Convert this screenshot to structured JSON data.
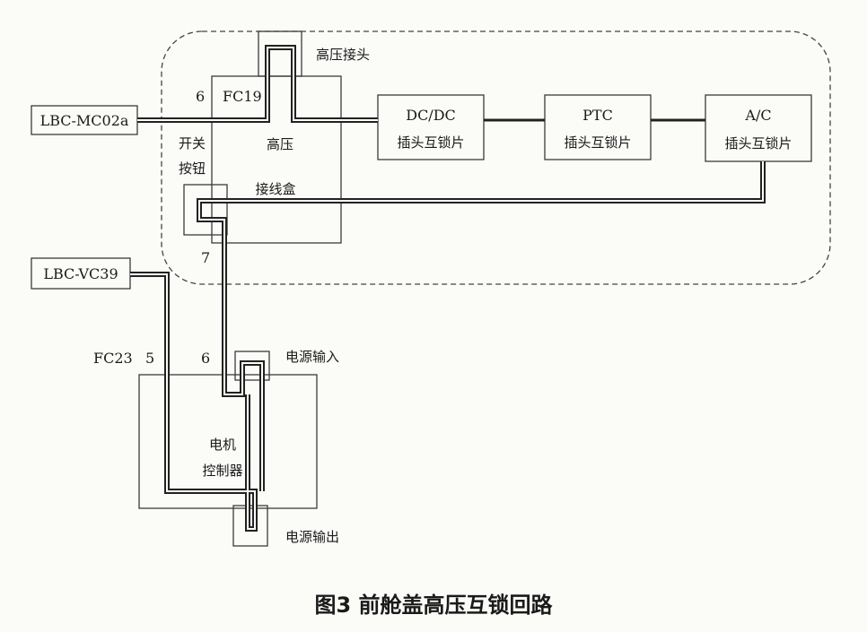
{
  "components": {
    "lbc_mc02a": "LBC-MC02a",
    "lbc_vc39": "LBC-VC39",
    "hv_box_line1": "高压",
    "hv_box_line2": "接线盒",
    "fc19": "FC19",
    "pin_6_top": "6",
    "pin_7": "7",
    "switch_line1": "开关",
    "switch_line2": "按钮",
    "hv_connector": "高压接头",
    "dcdc_line1": "DC/DC",
    "dcdc_line2": "插头互锁片",
    "ptc_line1": "PTC",
    "ptc_line2": "插头互锁片",
    "ac_line1": "A/C",
    "ac_line2": "插头互锁片",
    "fc23": "FC23",
    "pin_5": "5",
    "pin_6_bottom": "6",
    "power_in": "电源输入",
    "power_out": "电源输出",
    "motor_line1": "电机",
    "motor_line2": "控制器"
  },
  "caption": "图3 前舱盖高压互锁回路"
}
